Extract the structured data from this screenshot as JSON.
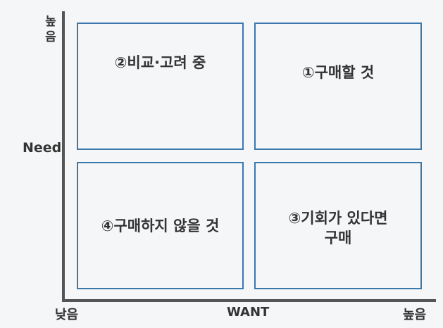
{
  "axes": {
    "y": {
      "title": "Need",
      "high_label": "높\n음"
    },
    "x": {
      "title": "WANT",
      "low_label": "낮음",
      "high_label": "높음"
    }
  },
  "quadrants": {
    "top_left": "②비교·고려 중",
    "top_right": "①구매할 것",
    "bottom_left": "④구매하지 않을 것",
    "bottom_right": "③기회가 있다면\n구매"
  },
  "colors": {
    "axis": "#555555",
    "box_border": "#3a79ad",
    "background": "#f5f6f8",
    "text": "#333333"
  }
}
